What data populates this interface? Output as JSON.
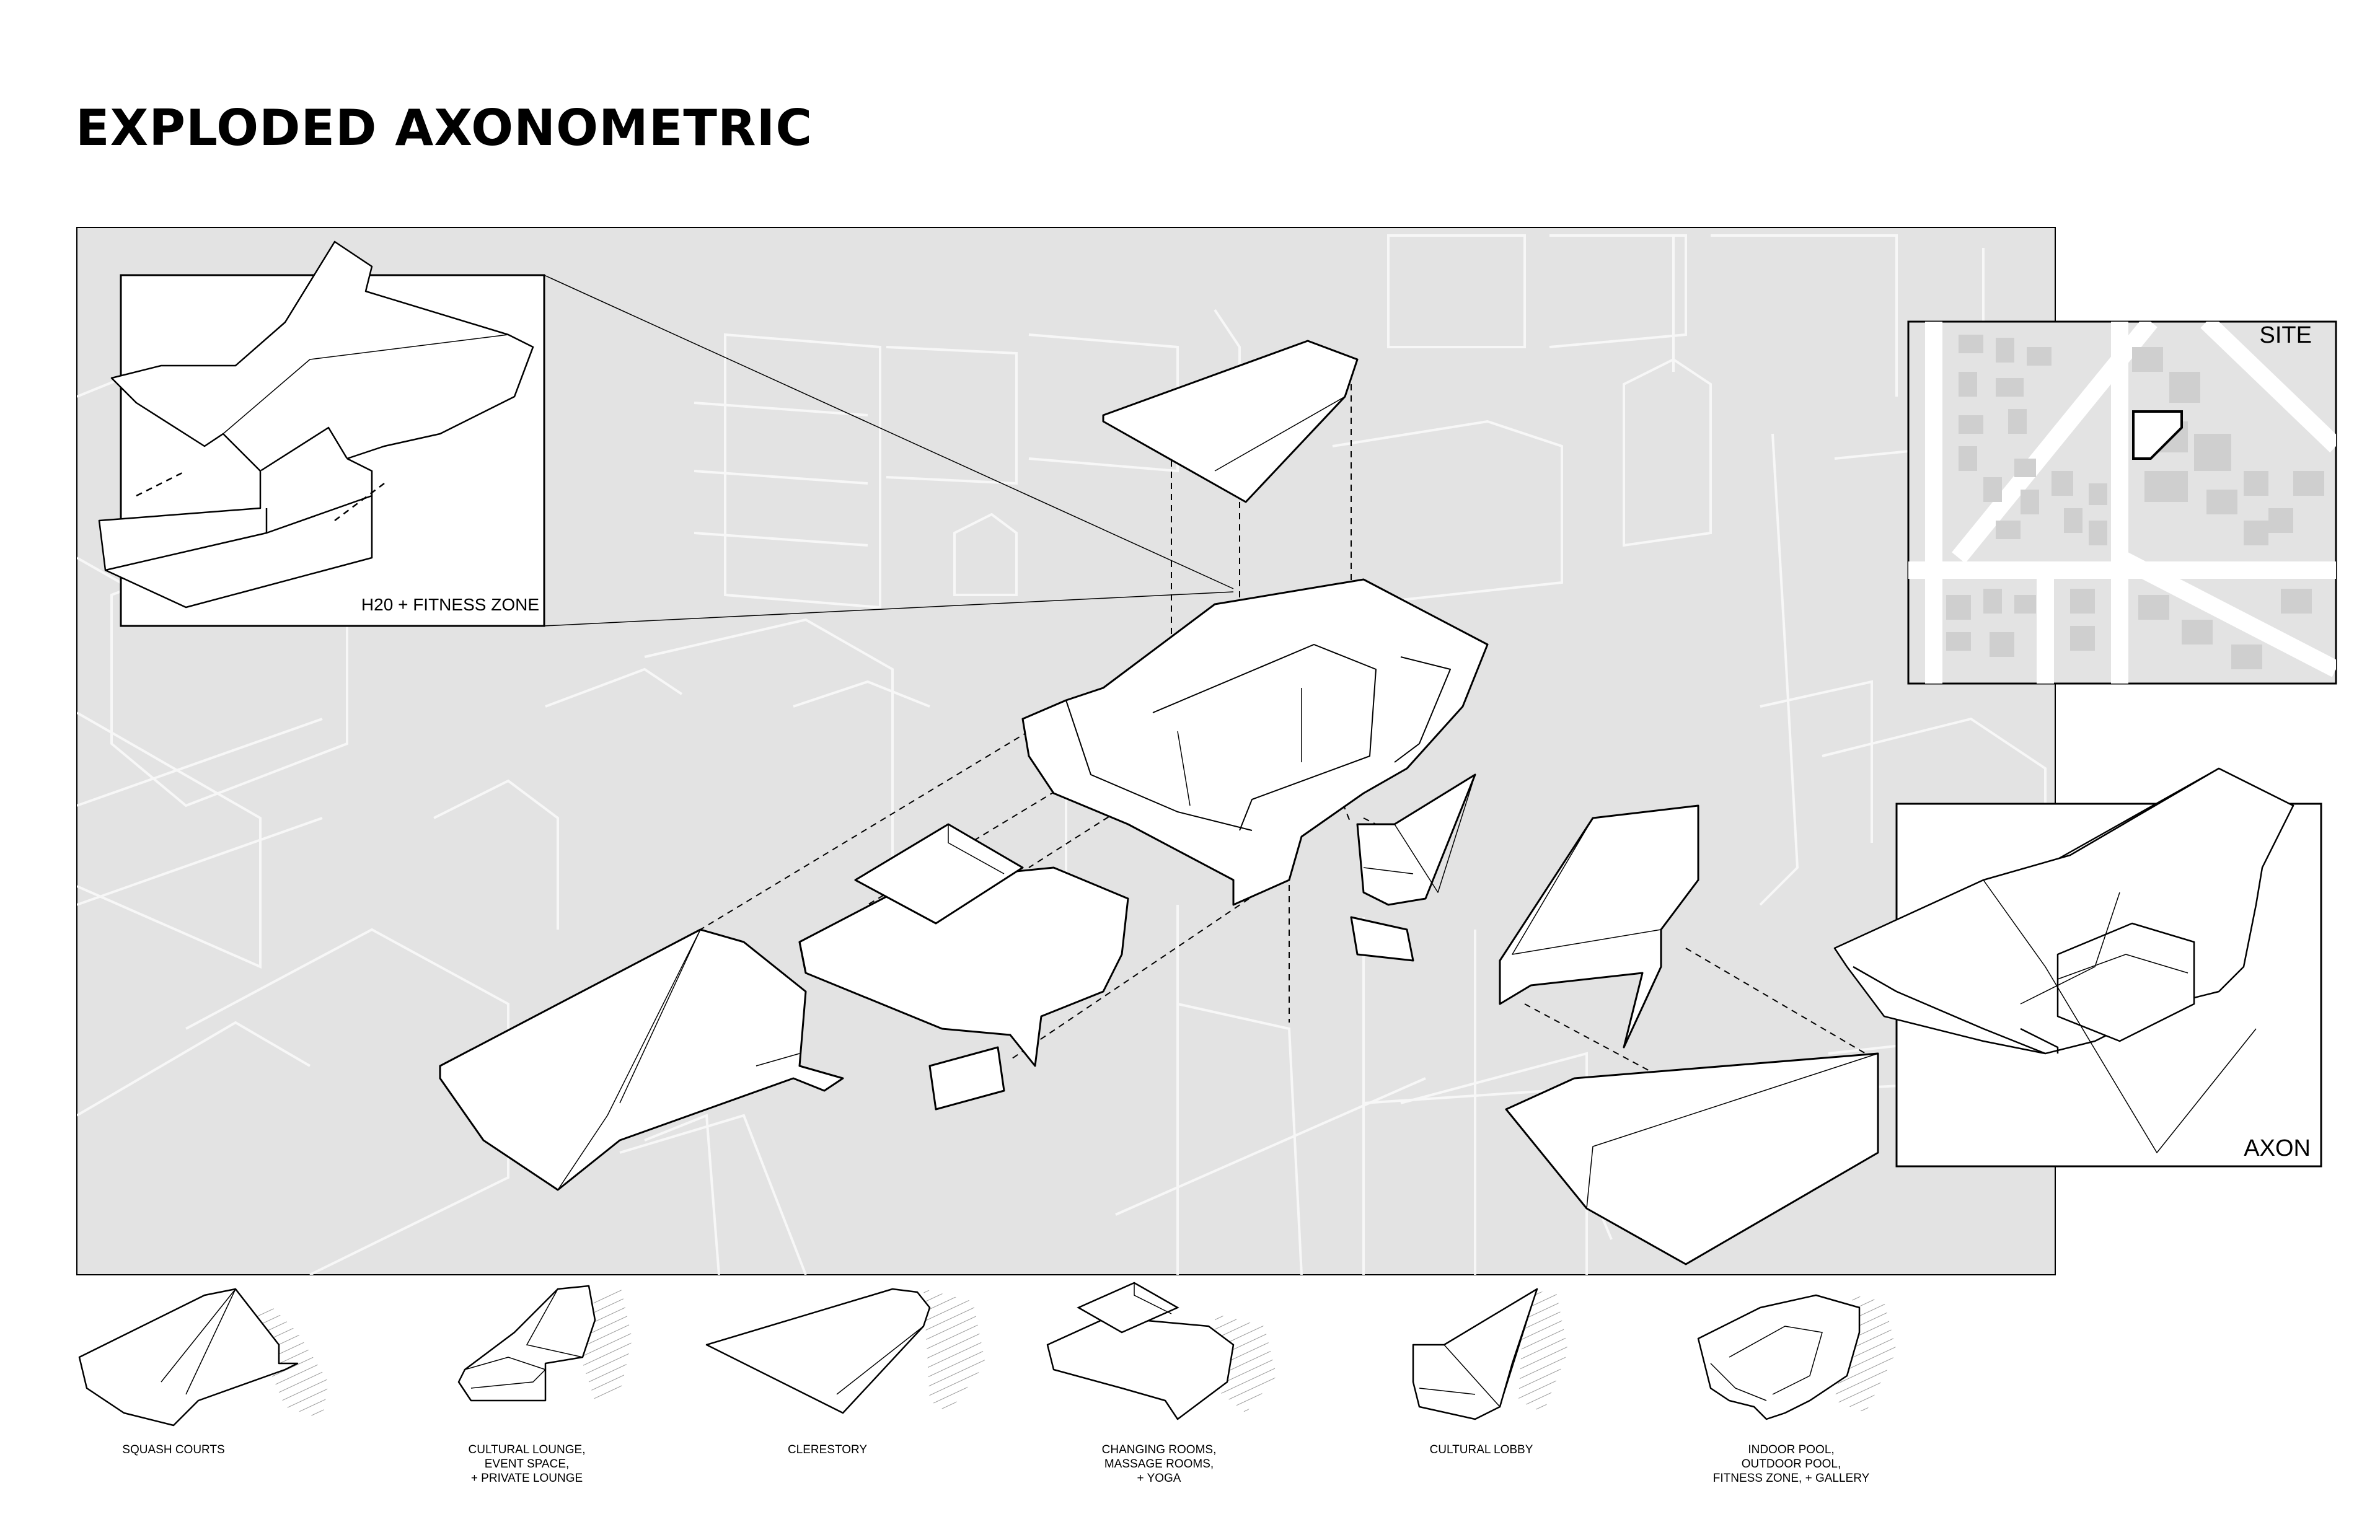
{
  "title": "EXPLODED AXONOMETRIC",
  "insets": {
    "detail_label": "H20 + FITNESS ZONE",
    "site_label": "SITE",
    "axon_label": "AXON"
  },
  "captions": [
    {
      "lines": [
        "SQUASH COURTS"
      ]
    },
    {
      "lines": [
        "CULTURAL LOUNGE,",
        "EVENT SPACE,",
        "+ PRIVATE LOUNGE"
      ]
    },
    {
      "lines": [
        "CLERESTORY"
      ]
    },
    {
      "lines": [
        "CHANGING ROOMS,",
        "MASSAGE ROOMS,",
        "+ YOGA"
      ]
    },
    {
      "lines": [
        "CULTURAL LOBBY"
      ]
    },
    {
      "lines": [
        "INDOOR POOL,",
        "OUTDOOR POOL,",
        "FITNESS ZONE, + GALLERY"
      ]
    }
  ],
  "colors": {
    "background_panel": "#e3e3e3",
    "context_lines": "#f7f7f7",
    "building_fill": "#ffffff",
    "outline": "#000000",
    "hatch": "#9a9a9a"
  }
}
